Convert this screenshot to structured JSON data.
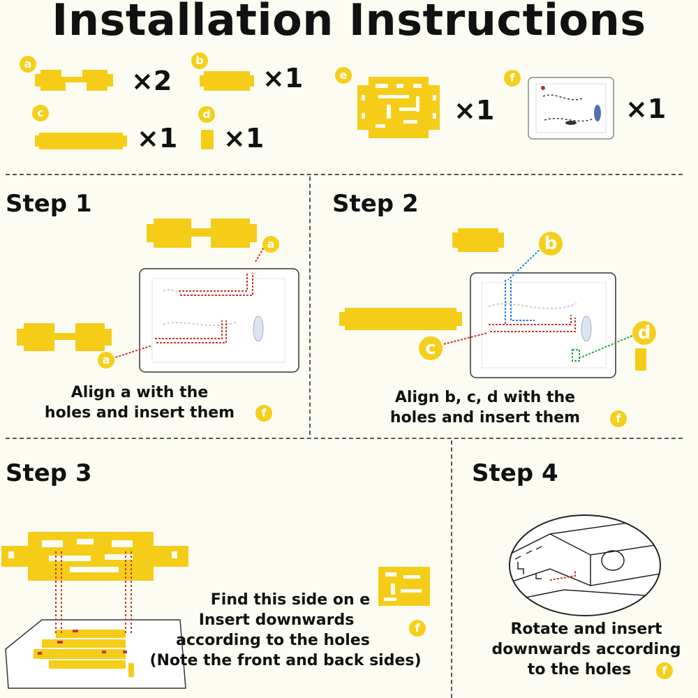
{
  "title": "Installation Instructions",
  "parts": [
    {
      "letter": "a",
      "qty": "×2",
      "icon": "puzzle-plate-a"
    },
    {
      "letter": "b",
      "qty": "×1",
      "icon": "puzzle-plate-b"
    },
    {
      "letter": "c",
      "qty": "×1",
      "icon": "long-plate-c"
    },
    {
      "letter": "d",
      "qty": "×1",
      "icon": "small-block-d"
    },
    {
      "letter": "e",
      "qty": "×1",
      "icon": "maze-panel-e"
    },
    {
      "letter": "f",
      "qty": "×1",
      "icon": "base-board-f"
    }
  ],
  "steps": [
    {
      "label": "Step 1",
      "caption": [
        "Align a with the",
        "holes and insert them"
      ],
      "badge": "f",
      "callouts": [
        "a",
        "a"
      ]
    },
    {
      "label": "Step 2",
      "caption": [
        "Align b, c, d with the",
        "holes and insert them"
      ],
      "badge": "f",
      "callouts": [
        "b",
        "c",
        "d"
      ]
    },
    {
      "label": "Step 3",
      "caption": [
        "Find this side on e",
        "Insert downwards",
        "according to the holes",
        "(Note the front and back sides)"
      ],
      "badge": "f"
    },
    {
      "label": "Step 4",
      "caption": [
        "Rotate and insert",
        "downwards according",
        "to the holes"
      ],
      "badge": "f"
    }
  ],
  "colors": {
    "accent": "#f5cd18",
    "divider": "#555555",
    "background": "#fdfcf2"
  }
}
